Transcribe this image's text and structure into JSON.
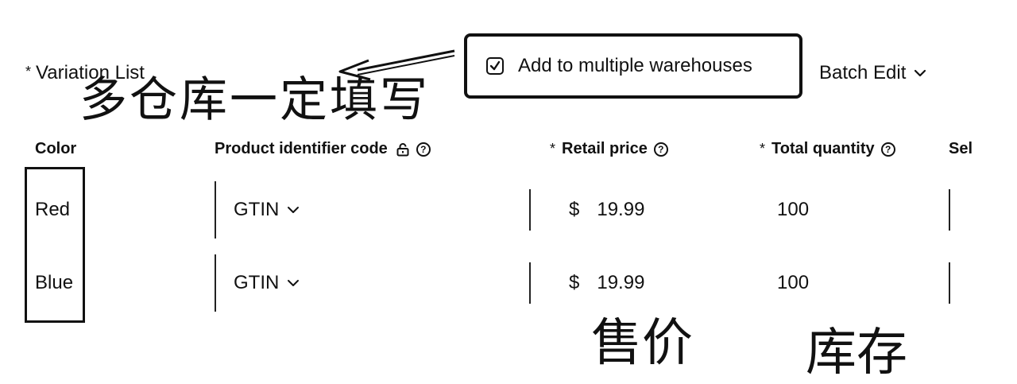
{
  "header": {
    "required_mark": "*",
    "title": "Variation List",
    "annotation_cn": "多仓库一定填写",
    "multi_warehouse_label": "Add to multiple warehouses",
    "multi_warehouse_checked": true,
    "batch_edit_label": "Batch Edit"
  },
  "columns": {
    "color": "Color",
    "identifier": "Product identifier code",
    "retail_price": "Retail price",
    "total_quantity": "Total quantity",
    "seller_sku_partial": "Sel"
  },
  "rows": [
    {
      "color": "Red",
      "identifier_type": "GTIN",
      "currency": "$",
      "price": "19.99",
      "quantity": "100"
    },
    {
      "color": "Blue",
      "identifier_type": "GTIN",
      "currency": "$",
      "price": "19.99",
      "quantity": "100"
    }
  ],
  "annotations": {
    "price_cn": "售价",
    "stock_cn": "库存"
  }
}
